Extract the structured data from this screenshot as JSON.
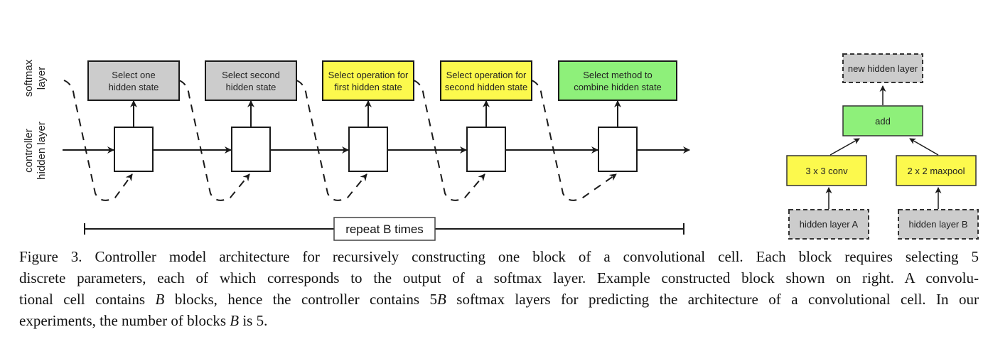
{
  "axis_labels": {
    "softmax": [
      "softmax",
      "layer"
    ],
    "controller": [
      "controller",
      "hidden layer"
    ]
  },
  "colors": {
    "gray": "#cccccc",
    "yellow": "#fcf94d",
    "green": "#8ef07a",
    "stroke": "#1a1a1a"
  },
  "steps": [
    {
      "label": [
        "Select one",
        "hidden state"
      ],
      "color": "gray"
    },
    {
      "label": [
        "Select second",
        "hidden state"
      ],
      "color": "gray"
    },
    {
      "label": [
        "Select operation for",
        "first hidden state"
      ],
      "color": "yellow"
    },
    {
      "label": [
        "Select operation for",
        "second hidden state"
      ],
      "color": "yellow"
    },
    {
      "label": [
        "Select method to",
        "combine hidden state"
      ],
      "color": "green"
    }
  ],
  "repeat_label": "repeat B times",
  "example_block": {
    "output": "new hidden layer",
    "combine": "add",
    "op_left": "3 x 3 conv",
    "op_right": "2 x 2 maxpool",
    "input_left": "hidden layer A",
    "input_right": "hidden layer B"
  },
  "caption": {
    "lines": [
      [
        {
          "t": "Figure 3. Controller model architecture for recursively constructing one block of a convolutional cell.  Each block requires selecting 5"
        }
      ],
      [
        {
          "t": "discrete parameters, each of which corresponds to the output of a softmax layer.  Example constructed block shown on right.  A convolu-"
        }
      ],
      [
        {
          "t": "tional cell contains "
        },
        {
          "t": "B",
          "i": true
        },
        {
          "t": " blocks, hence the controller contains 5"
        },
        {
          "t": "B",
          "i": true
        },
        {
          "t": " softmax layers for predicting the architecture of a convolutional cell. In our"
        }
      ],
      [
        {
          "t": "experiments, the number of blocks "
        },
        {
          "t": "B",
          "i": true
        },
        {
          "t": " is 5."
        }
      ]
    ]
  }
}
